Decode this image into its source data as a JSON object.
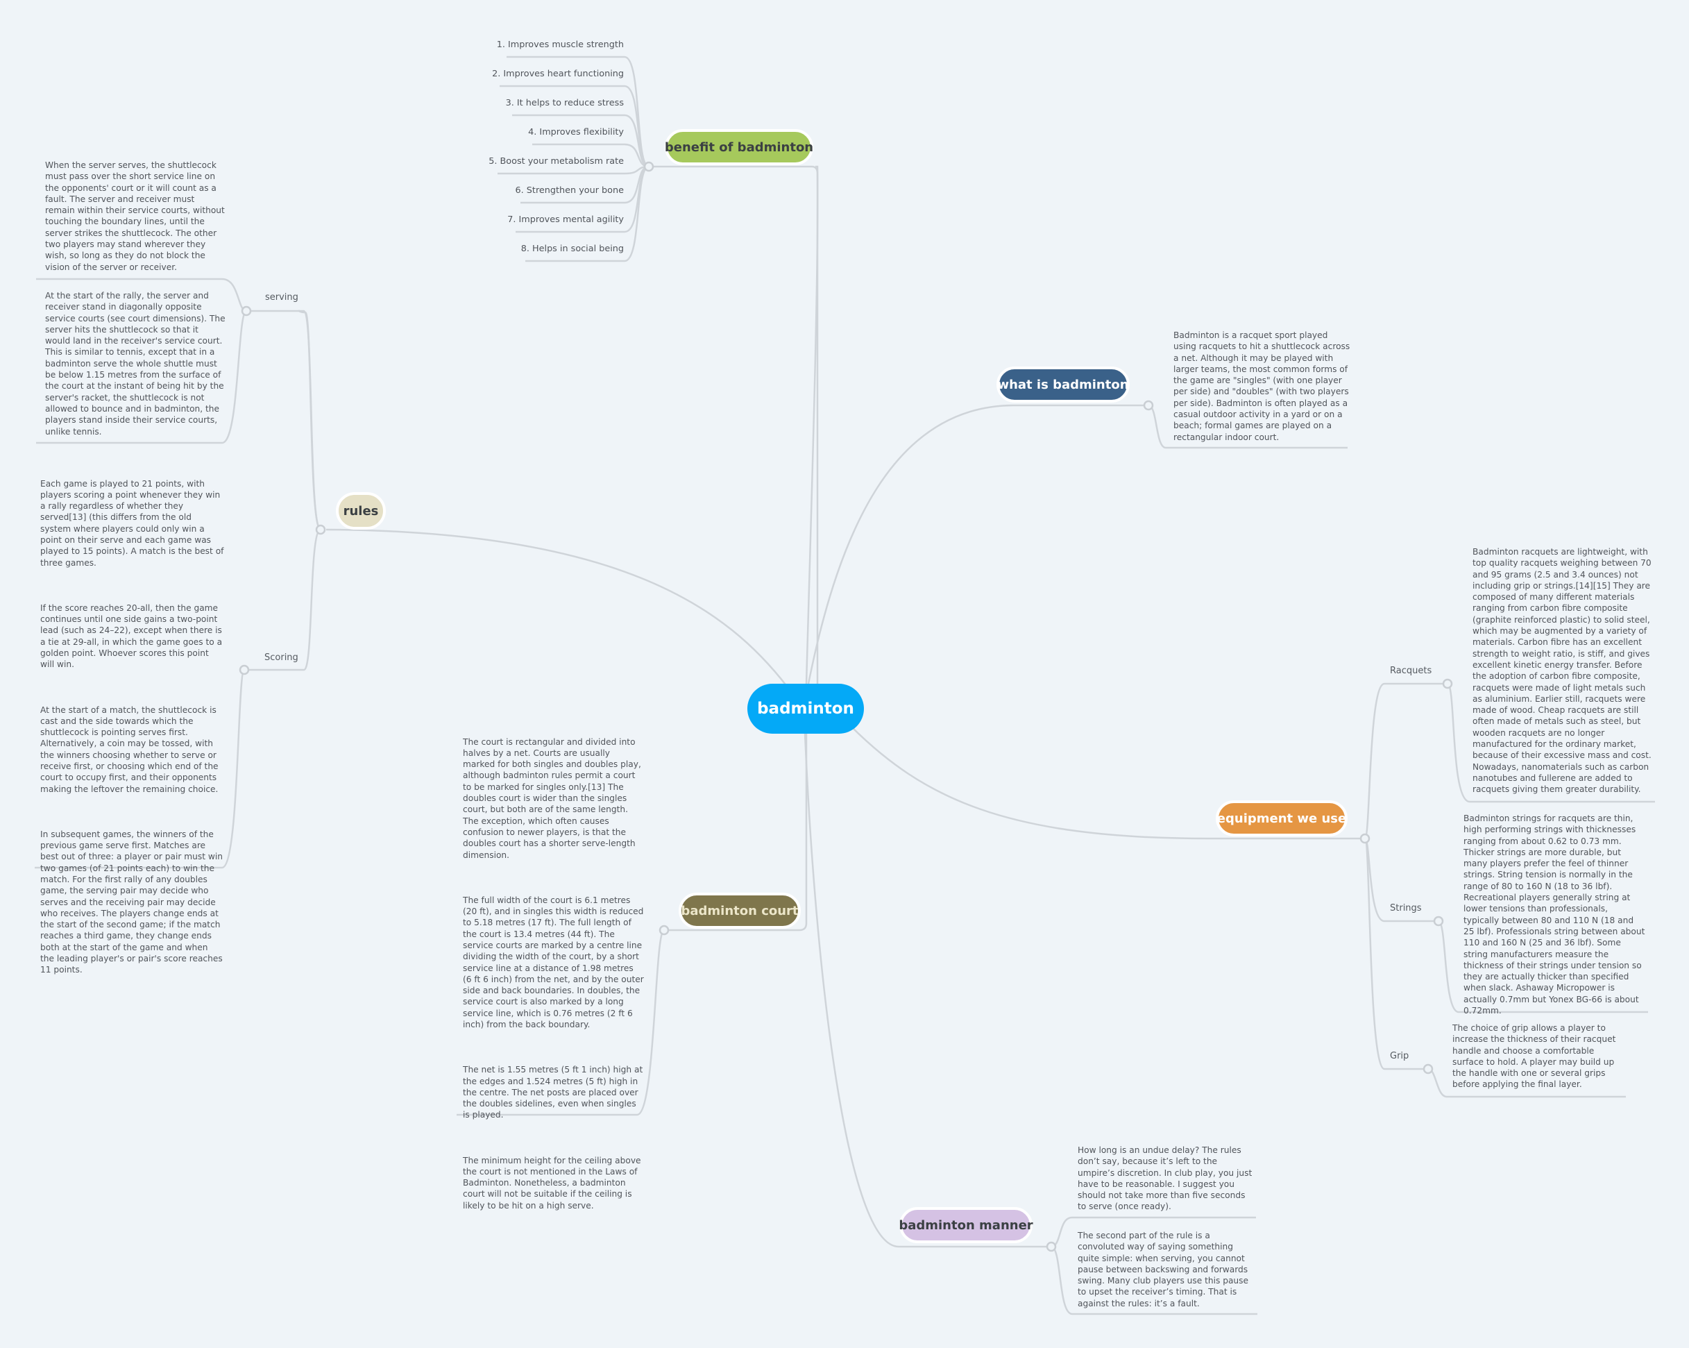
{
  "central": {
    "label": "badminton",
    "color": "#04a9f7"
  },
  "topics": {
    "benefit": {
      "label": "benefit of badminton",
      "color": "#a6c95c",
      "items": [
        "1. Improves muscle strength",
        "2. Improves heart functioning",
        "3. It helps to reduce stress",
        "4. Improves flexibility",
        "5. Boost your metabolism rate",
        "6. Strengthen your bone",
        "7. Improves mental agility",
        "8. Helps in social being"
      ]
    },
    "what": {
      "label": "what is badminton",
      "color": "#3a6189",
      "note": "Badminton is a racquet sport played using racquets to hit a shuttlecock across a net. Although it may be played with larger teams, the most common forms of the game are \"singles\" (with one player per side) and \"doubles\" (with two players per side). Badminton is often played as a casual outdoor activity in a yard or on a beach; formal games are played on a rectangular indoor court."
    },
    "rules": {
      "label": "rules",
      "color": "#e5e0c6",
      "serving": {
        "label": "serving",
        "notes": [
          "When the server serves, the shuttlecock must pass over the short service line on the opponents' court or it will count as a fault. The server and receiver must remain within their service courts, without touching the boundary lines, until the server strikes the shuttlecock. The other two players may stand wherever they wish, so long as they do not block the vision of the server or receiver.",
          "At the start of the rally, the server and receiver stand in diagonally opposite service courts (see court dimensions). The server hits the shuttlecock so that it would land in the receiver's service court. This is similar to tennis, except that in a badminton serve the whole shuttle must be below 1.15 metres from the surface of the court at the instant of being hit by the server's racket, the shuttlecock is not allowed to bounce and in badminton, the players stand inside their service courts, unlike tennis."
        ]
      },
      "scoring": {
        "label": "Scoring",
        "paragraphs": [
          "Each game is played to 21 points, with players scoring a point whenever they win a rally regardless of whether they served[13] (this differs from the old system where players could only win a point on their serve and each game was played to 15 points). A match is the best of three games.",
          "If the score reaches 20-all, then the game continues until one side gains a two-point lead (such as 24–22), except when there is a tie at 29-all, in which the game goes to a golden point. Whoever scores this point will win.",
          "At the start of a match, the shuttlecock is cast and the side towards which the shuttlecock is pointing serves first. Alternatively, a coin may be tossed, with the winners choosing whether to serve or receive first, or choosing which end of the court to occupy first, and their opponents making the leftover the remaining choice.",
          "In subsequent games, the winners of the previous game serve first. Matches are best out of three: a player or pair must win two games (of 21 points each) to win the match. For the first rally of any doubles game, the serving pair may decide who serves and the receiving pair may decide who receives. The players change ends at the start of the second game; if the match reaches a third game, they change ends both at the start of the game and when the leading player's or pair's score reaches 11 points."
        ]
      }
    },
    "court": {
      "label": "badminton court",
      "color": "#7f764c",
      "text_color": "#ece6c9",
      "paragraphs": [
        "The court is rectangular and divided into halves by a net. Courts are usually marked for both singles and doubles play, although badminton rules permit a court to be marked for singles only.[13] The doubles court is wider than the singles court, but both are of the same length. The exception, which often causes confusion to newer players, is that the doubles court has a shorter serve-length dimension.",
        "The full width of the court is 6.1 metres (20 ft), and in singles this width is reduced to 5.18 metres (17 ft). The full length of the court is 13.4 metres (44 ft). The service courts are marked by a centre line dividing the width of the court, by a short service line at a distance of 1.98 metres (6 ft 6 inch) from the net, and by the outer side and back boundaries. In doubles, the service court is also marked by a long service line, which is 0.76 metres (2 ft 6 inch) from the back boundary.",
        "The net is 1.55 metres (5 ft 1 inch) high at the edges and 1.524 metres (5 ft) high in the centre. The net posts are placed over the doubles sidelines, even when singles is played.",
        "The minimum height for the ceiling above the court is not mentioned in the Laws of Badminton. Nonetheless, a badminton court will not be suitable if the ceiling is likely to be hit on a high serve."
      ]
    },
    "equipment": {
      "label": "equipment we use",
      "color": "#e59643",
      "racquets": {
        "label": "Racquets",
        "note": "Badminton racquets are lightweight, with top quality racquets weighing between 70 and 95 grams (2.5 and 3.4 ounces) not including grip or strings.[14][15] They are composed of many different materials ranging from carbon fibre composite (graphite reinforced plastic) to solid steel, which may be augmented by a variety of materials. Carbon fibre has an excellent strength to weight ratio, is stiff, and gives excellent kinetic energy transfer. Before the adoption of carbon fibre composite, racquets were made of light metals such as aluminium. Earlier still, racquets were made of wood. Cheap racquets are still often made of metals such as steel, but wooden racquets are no longer manufactured for the ordinary market, because of their excessive mass and cost. Nowadays, nanomaterials such as carbon nanotubes and fullerene are added to racquets giving them greater durability."
      },
      "strings": {
        "label": "Strings",
        "note": "Badminton strings for racquets are thin, high performing strings with thicknesses ranging from about 0.62 to 0.73 mm. Thicker strings are more durable, but many players prefer the feel of thinner strings. String tension is normally in the range of 80 to 160 N (18 to 36 lbf). Recreational players generally string at lower tensions than professionals, typically between 80 and 110 N (18 and 25 lbf). Professionals string between about 110 and 160 N (25 and 36 lbf). Some string manufacturers measure the thickness of their strings under tension so they are actually thicker than specified when slack. Ashaway Micropower is actually 0.7mm but Yonex BG-66 is about 0.72mm."
      },
      "grip": {
        "label": "Grip",
        "note": "The choice of grip allows a player to increase the thickness of their racquet handle and choose a comfortable surface to hold. A player may build up the handle with one or several grips before applying the final layer."
      }
    },
    "manner": {
      "label": "badminton manner",
      "color": "#d5c2e4",
      "notes": [
        "How long is an undue delay? The rules don’t say, because it’s left to the umpire’s discretion. In club play, you just have to be reasonable. I suggest you should not take more than five seconds to serve (once ready).",
        "The second part of the rule is a convoluted way of saying something quite simple: when serving, you cannot pause between backswing and forwards swing. Many club players use this pause to upset the receiver’s timing. That is against the rules: it’s a fault."
      ]
    }
  }
}
